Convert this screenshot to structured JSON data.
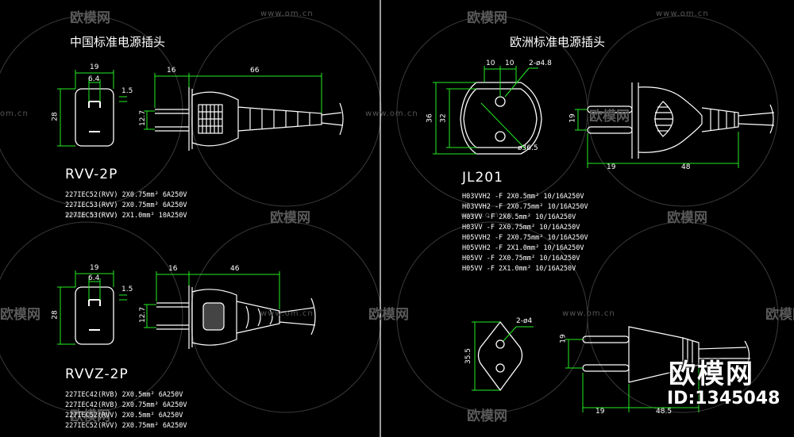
{
  "left": {
    "title": "中国标准电源插头",
    "plug1": {
      "model": "RVV-2P",
      "specs": [
        "227IEC52(RVV) 2X0.75mm² 6A250V",
        "227IEC53(RVV) 2X0.75mm² 6A250V",
        "227IEC53(RVV) 2X1.0mm²  10A250V"
      ],
      "dims": {
        "w": "19",
        "pin": "6.4",
        "t": "1.5",
        "h": "28",
        "len1": "16",
        "len2": "66",
        "gap": "12.7"
      }
    },
    "plug2": {
      "model": "RVVZ-2P",
      "specs": [
        "227IEC42(RVB) 2X0.5mm²   6A250V",
        "227IEC42(RVB) 2X0.75mm²  6A250V",
        "227IEC52(RVV) 2X0.5mm²   6A250V",
        "227IEC52(RVV) 2X0.75mm²  6A250V"
      ],
      "dims": {
        "w": "19",
        "pin": "6.4",
        "t": "1.5",
        "h": "28",
        "len1": "16",
        "len2": "46",
        "gap": "12.7"
      }
    }
  },
  "right": {
    "title": "欧洲标准电源插头",
    "plug1": {
      "model": "JL201",
      "specs": [
        "H03VVH2 -F  2X0.5mm²  10/16A250V",
        "H03VVH2 -F  2X0.75mm²  10/16A250V",
        "H03VV -F  2X0.5mm²   10/16A250V",
        "H03VV -F  2X0.75mm²  10/16A250V",
        "H05VVH2 -F  2X0.75mm²  10/16A250V",
        "H05VVH2 -F  2X1.0mm²  10/16A250V",
        "H05VV -F  2X0.75mm²  10/16A250V",
        "H05VV -F  2X1.0mm²  10/16A250V"
      ],
      "dims": {
        "a": "10",
        "b": "10",
        "hole": "2-ø4.8",
        "h1": "36",
        "h2": "32",
        "dia": "ø36.5",
        "p": "19",
        "l1": "19",
        "l2": "48"
      }
    },
    "plug2": {
      "dims": {
        "hole": "2-ø4",
        "h": "35.5",
        "p": "19",
        "l1": "19",
        "l2": "48.5"
      }
    }
  },
  "watermark": {
    "text": "欧模网",
    "url": "www.om.cn",
    "cn": "om.cn"
  },
  "brand": {
    "name": "欧模网",
    "id": "ID:1345048"
  },
  "colors": {
    "dim": "#22ee22",
    "line": "#ffffff",
    "divider": "#ffffff",
    "watermark": "#5a5a5a"
  }
}
